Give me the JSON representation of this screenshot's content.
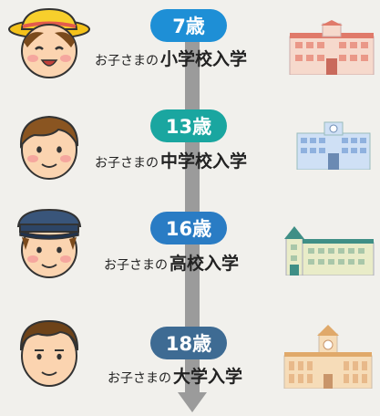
{
  "stages": [
    {
      "age": "7歳",
      "prefix": "お子さまの",
      "school": "小学校入学",
      "pill_color": "#1e8fd6",
      "avatar": "child-yellow-hat-icon",
      "building": "elementary-school-icon"
    },
    {
      "age": "13歳",
      "prefix": "お子さまの",
      "school": "中学校入学",
      "pill_color": "#1aa6a0",
      "avatar": "child-boy-icon",
      "building": "junior-high-school-icon"
    },
    {
      "age": "16歳",
      "prefix": "お子さまの",
      "school": "高校入学",
      "pill_color": "#2a7cc4",
      "avatar": "student-cap-icon",
      "building": "high-school-icon"
    },
    {
      "age": "18歳",
      "prefix": "お子さまの",
      "school": "大学入学",
      "pill_color": "#3e6b93",
      "avatar": "young-man-icon",
      "building": "university-icon"
    }
  ],
  "colors": {
    "background": "#f1f0ec",
    "timeline": "#9b9b9b"
  }
}
